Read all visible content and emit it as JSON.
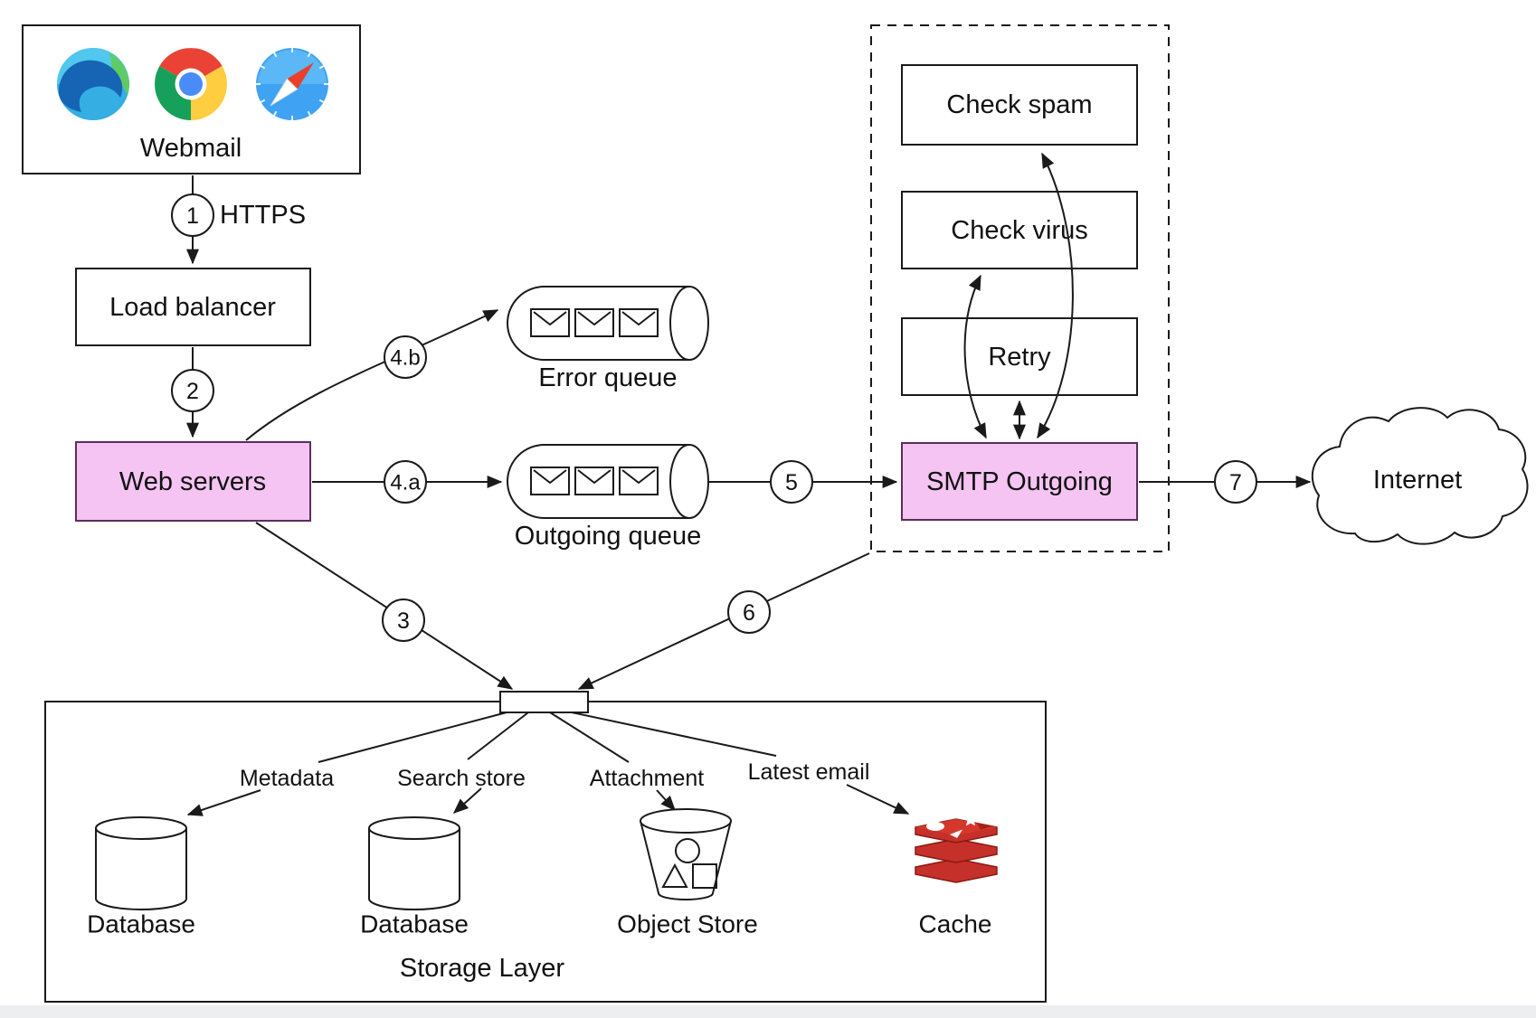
{
  "diagram": {
    "client": {
      "label": "Webmail"
    },
    "edges": {
      "step1": "1",
      "step2": "2",
      "step3": "3",
      "step4a": "4.a",
      "step4b": "4.b",
      "step5": "5",
      "step6": "6",
      "step7": "7",
      "https": "HTTPS"
    },
    "nodes": {
      "load_balancer": "Load balancer",
      "web_servers": "Web servers",
      "error_queue": "Error queue",
      "outgoing_queue": "Outgoing queue",
      "check_spam": "Check spam",
      "check_virus": "Check virus",
      "retry": "Retry",
      "smtp_outgoing": "SMTP Outgoing",
      "internet": "Internet"
    },
    "storage": {
      "title": "Storage Layer",
      "links": {
        "metadata": "Metadata",
        "search_store": "Search store",
        "attachment": "Attachment",
        "latest_email": "Latest email"
      },
      "stores": {
        "database1": "Database",
        "database2": "Database",
        "object_store": "Object Store",
        "cache": "Cache"
      }
    },
    "icons": {
      "browsers": [
        "edge-browser-icon",
        "chrome-browser-icon",
        "safari-browser-icon"
      ],
      "queue": "envelope-icon",
      "cache": "redis-icon",
      "internet": "cloud-shape"
    },
    "colors": {
      "highlight_fill": "#F5C4F3",
      "highlight_stroke": "#5C2D5C",
      "line": "#1a1a1a",
      "redis_red": "#C6302B",
      "background": "#FFFFFF"
    }
  }
}
